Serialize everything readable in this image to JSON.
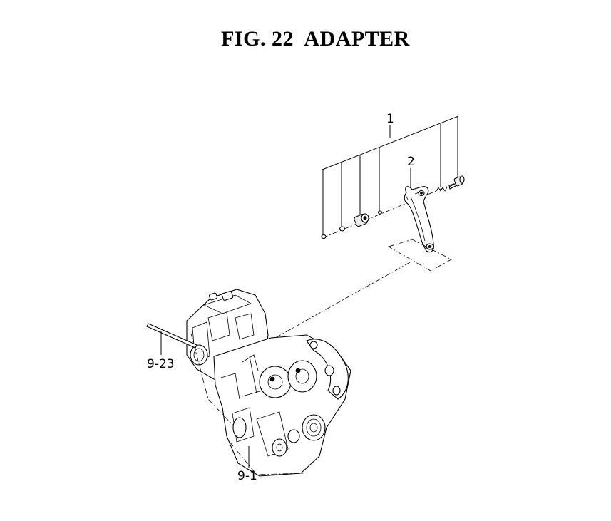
{
  "figure": {
    "title": "FIG. 22  ADAPTER"
  },
  "callouts": {
    "part_1": "1",
    "part_2": "2",
    "part_9_23": "9-23",
    "part_9_1": "9-1"
  }
}
